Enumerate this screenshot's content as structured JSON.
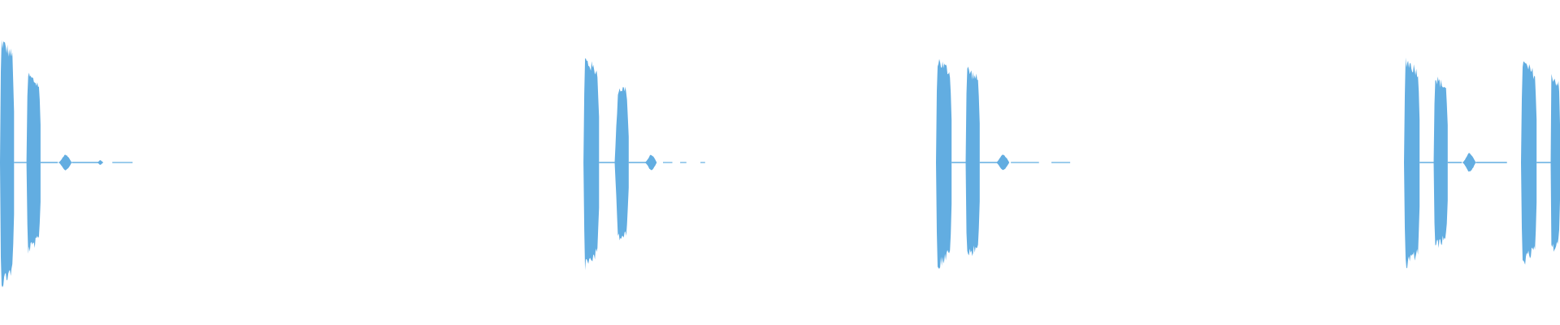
{
  "waveform": {
    "color": "#62ade1",
    "background": "#ffffff",
    "sample_rate_display": "none",
    "clips": [
      {
        "segments": [
          {
            "type": "burst",
            "start": 0.0,
            "end": 0.009,
            "peak": 0.8,
            "shape": "front"
          },
          {
            "type": "baseline",
            "start": 0.009,
            "end": 0.017
          },
          {
            "type": "burst",
            "start": 0.017,
            "end": 0.026,
            "peak": 0.58,
            "shape": "front"
          },
          {
            "type": "baseline",
            "start": 0.026,
            "end": 0.037
          },
          {
            "type": "blip",
            "start": 0.037,
            "end": 0.046,
            "peak": 0.05
          },
          {
            "type": "baseline",
            "start": 0.046,
            "end": 0.066
          },
          {
            "type": "blip",
            "start": 0.062,
            "end": 0.066,
            "peak": 0.015
          },
          {
            "type": "dash",
            "start": 0.072,
            "end": 0.085
          }
        ]
      },
      {
        "segments": [
          {
            "type": "burst",
            "start": 0.374,
            "end": 0.384,
            "peak": 0.68,
            "shape": "front"
          },
          {
            "type": "baseline",
            "start": 0.384,
            "end": 0.394
          },
          {
            "type": "burst",
            "start": 0.394,
            "end": 0.403,
            "peak": 0.48,
            "shape": "mid"
          },
          {
            "type": "baseline",
            "start": 0.403,
            "end": 0.414
          },
          {
            "type": "blip",
            "start": 0.413,
            "end": 0.421,
            "peak": 0.05
          },
          {
            "type": "dash",
            "start": 0.425,
            "end": 0.431
          },
          {
            "type": "dash",
            "start": 0.436,
            "end": 0.44
          },
          {
            "type": "dash",
            "start": 0.449,
            "end": 0.452
          }
        ]
      },
      {
        "segments": [
          {
            "type": "burst",
            "start": 0.6,
            "end": 0.61,
            "peak": 0.68,
            "shape": "front"
          },
          {
            "type": "baseline",
            "start": 0.61,
            "end": 0.619
          },
          {
            "type": "burst",
            "start": 0.619,
            "end": 0.628,
            "peak": 0.62,
            "shape": "front"
          },
          {
            "type": "baseline",
            "start": 0.628,
            "end": 0.639
          },
          {
            "type": "blip",
            "start": 0.638,
            "end": 0.647,
            "peak": 0.05
          },
          {
            "type": "dash",
            "start": 0.648,
            "end": 0.666
          },
          {
            "type": "dash",
            "start": 0.674,
            "end": 0.686
          }
        ]
      },
      {
        "segments": [
          {
            "type": "burst",
            "start": 0.9,
            "end": 0.91,
            "peak": 0.68,
            "shape": "front"
          },
          {
            "type": "baseline",
            "start": 0.91,
            "end": 0.919
          },
          {
            "type": "burst",
            "start": 0.919,
            "end": 0.928,
            "peak": 0.56,
            "shape": "front"
          },
          {
            "type": "baseline",
            "start": 0.928,
            "end": 0.937
          },
          {
            "type": "blip",
            "start": 0.937,
            "end": 0.946,
            "peak": 0.06
          },
          {
            "type": "baseline",
            "start": 0.946,
            "end": 0.966
          },
          {
            "type": "burst",
            "start": 0.975,
            "end": 0.985,
            "peak": 0.66,
            "shape": "front"
          },
          {
            "type": "baseline",
            "start": 0.985,
            "end": 0.994
          },
          {
            "type": "burst",
            "start": 0.994,
            "end": 1.0,
            "peak": 0.58,
            "shape": "front"
          }
        ]
      }
    ]
  }
}
